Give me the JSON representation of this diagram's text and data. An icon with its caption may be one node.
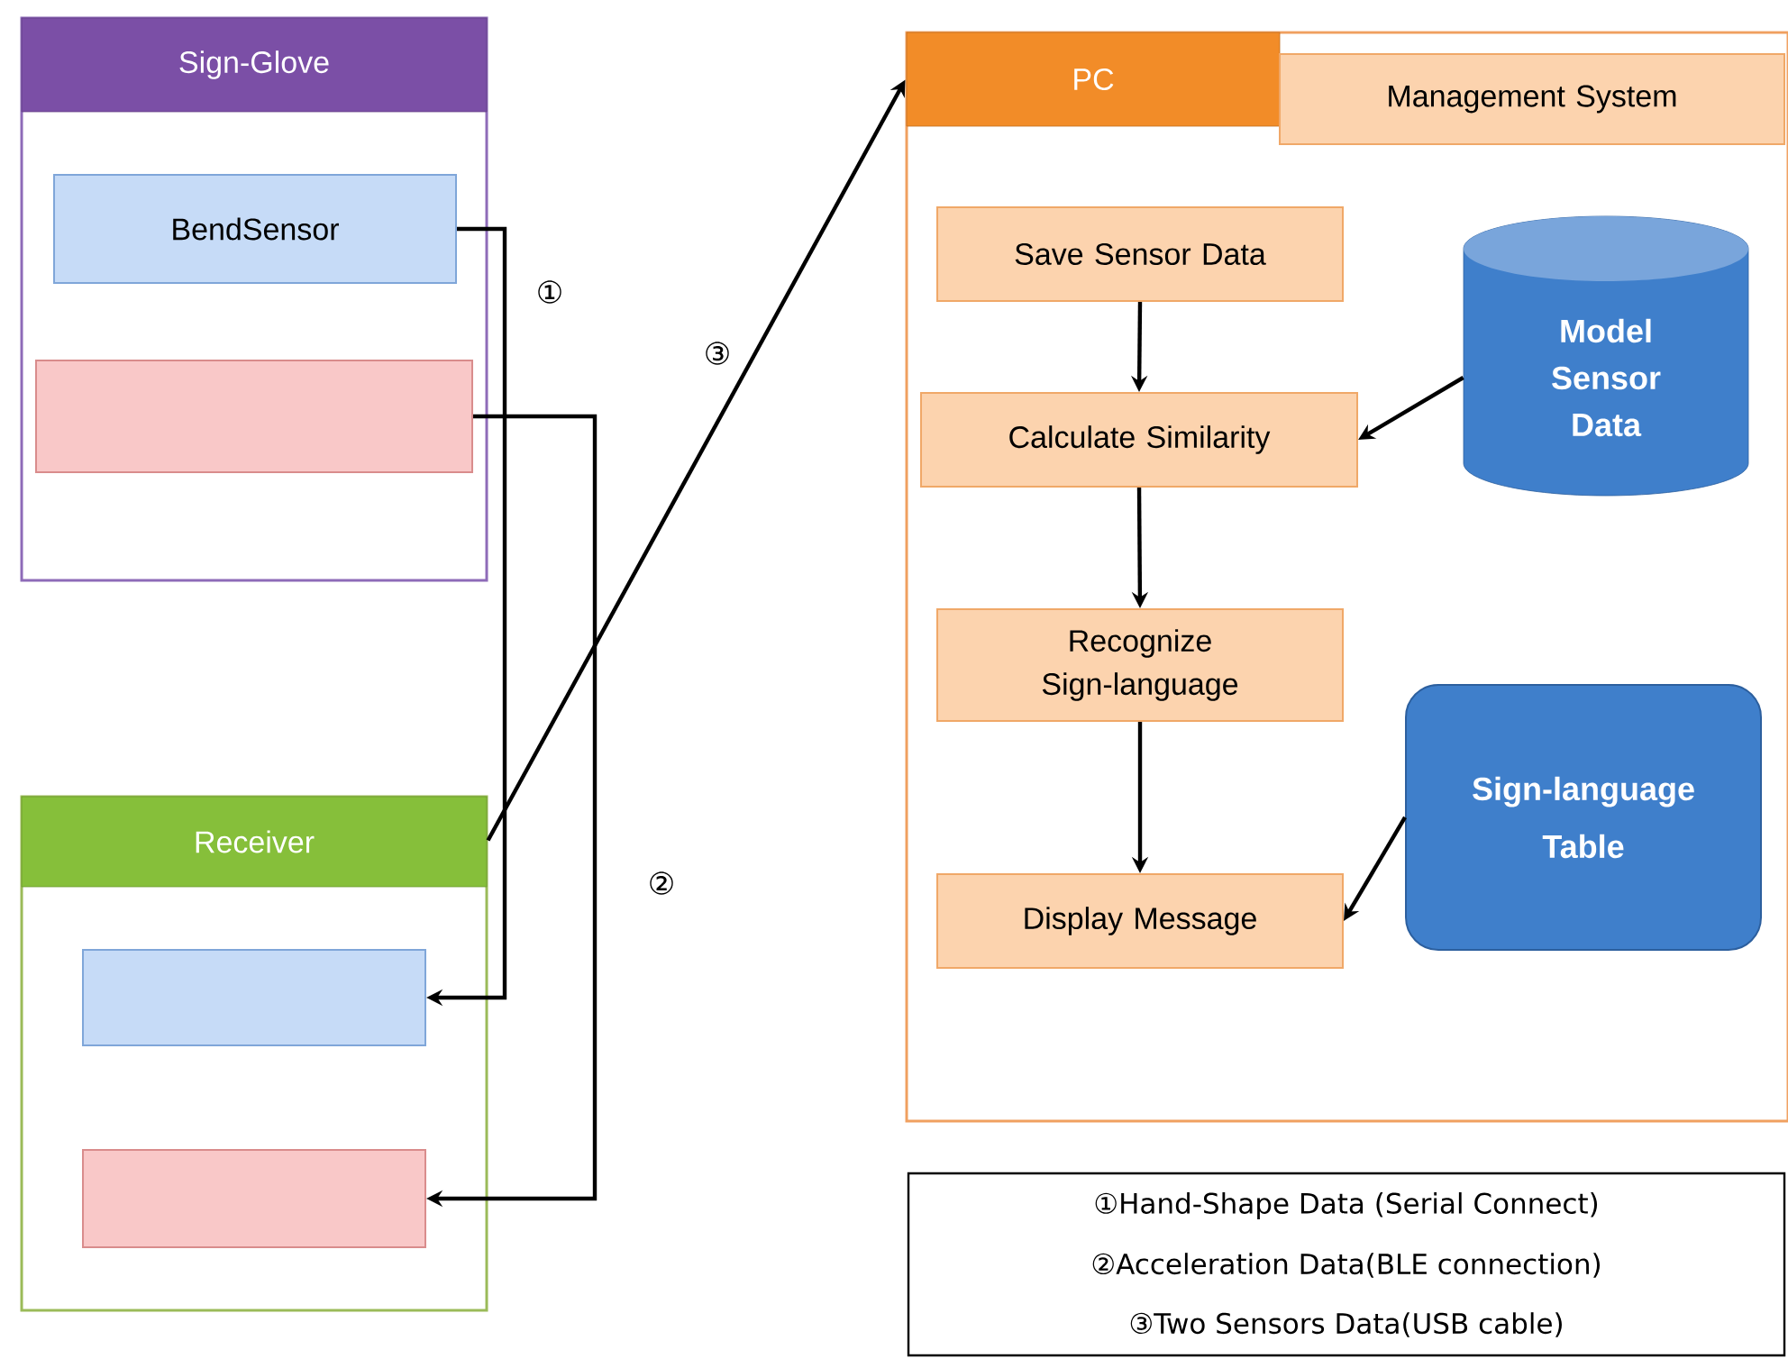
{
  "diagram": {
    "nodes": [
      {
        "text": [
          "Sign-Glove"
        ]
      },
      {
        "text": [
          "BendSensor"
        ],
        "in": 0
      },
      {
        "text": [],
        "shape": "box",
        "in": 0
      },
      {
        "text": [
          "Receiver"
        ]
      },
      {
        "text": [],
        "shape": "box",
        "in": 3
      },
      {
        "text": [],
        "shape": "box",
        "in": 3
      },
      {
        "text": [
          "PC"
        ]
      },
      {
        "text": [
          "Management System"
        ],
        "in": 6
      },
      {
        "text": [
          "Save Sensor Data"
        ],
        "in": 6
      },
      {
        "text": [
          "Calculate Similarity"
        ],
        "in": 6
      },
      {
        "text": [
          "Model Sensor Data"
        ],
        "in": 6
      },
      {
        "text": [
          "Recognize Sign-language"
        ],
        "in": 6
      },
      {
        "text": [
          "Sign-language Table"
        ],
        "in": 6
      },
      {
        "text": [
          "Display Message"
        ],
        "in": 6
      },
      {
        "text": [
          "①Hand-Shape Data (Serial Connect)",
          "②Acceleration Data(BLE connection)",
          "③Two Sensors Data(USB cable)"
        ]
      }
    ],
    "edges": [
      {
        "from": 1,
        "to": 4,
        "arrow": "to",
        "label": "①"
      },
      {
        "from": 2,
        "to": 5,
        "arrow": "to",
        "label": "②"
      },
      {
        "from": 3,
        "to": 6,
        "arrow": "to",
        "label": "③"
      },
      {
        "from": 8,
        "to": 9,
        "arrow": "to"
      },
      {
        "from": 10,
        "to": 9,
        "arrow": "to"
      },
      {
        "from": 9,
        "to": 11,
        "arrow": "to"
      },
      {
        "from": 11,
        "to": 13,
        "arrow": "to"
      },
      {
        "from": 12,
        "to": 13,
        "arrow": "to"
      }
    ]
  }
}
